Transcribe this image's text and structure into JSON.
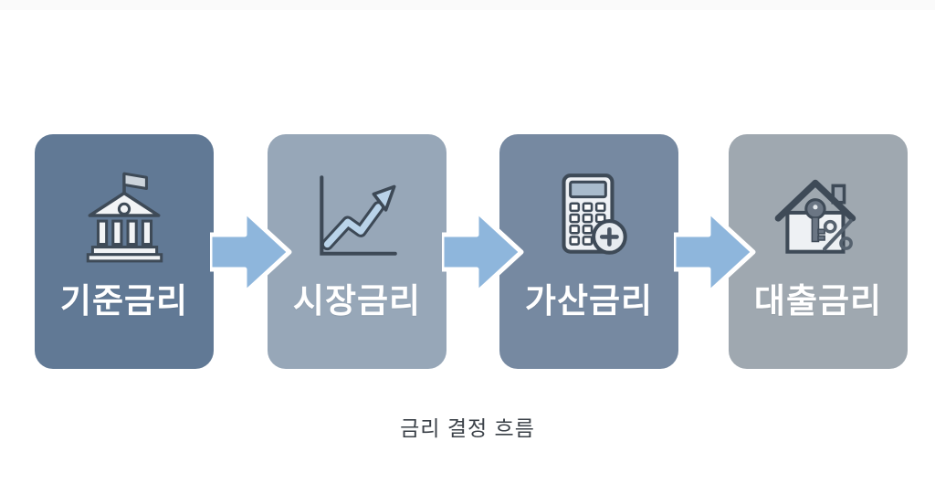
{
  "flow": {
    "caption": "금리 결정 흐름",
    "arrow_color": "#8eb6dc",
    "steps": [
      {
        "label": "기준금리",
        "icon": "bank-icon",
        "color": "#617995"
      },
      {
        "label": "시장금리",
        "icon": "chart-rising-icon",
        "color": "#97a7b8"
      },
      {
        "label": "가산금리",
        "icon": "calculator-plus-icon",
        "color": "#7689a1"
      },
      {
        "label": "대출금리",
        "icon": "house-key-percent-icon",
        "color": "#9fa8b0"
      }
    ]
  }
}
